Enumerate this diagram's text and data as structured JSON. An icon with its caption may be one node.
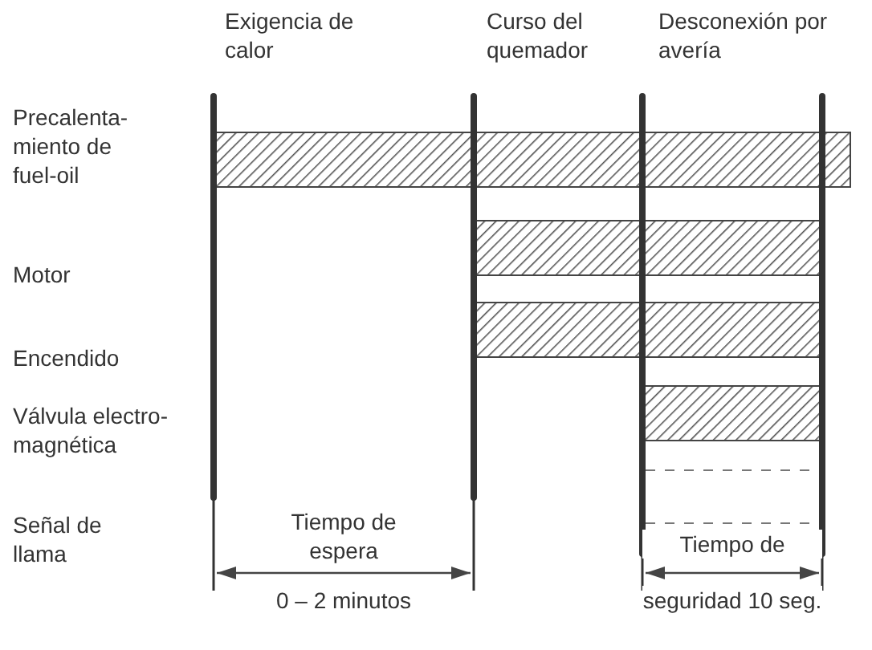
{
  "diagram": {
    "nodes": [
      {
        "text": [],
        "shape": "bar"
      },
      {
        "text": [],
        "shape": "bar"
      },
      {
        "text": [],
        "shape": "bar"
      },
      {
        "text": [],
        "shape": "bar"
      }
    ],
    "labels": [
      "Exigencia de calor",
      "Curso del quemador",
      "Desconexión por avería",
      "Precalenta-miento de fuel-oil",
      "Motor",
      "Encendido",
      "Válvula electro-magnética",
      "Señal de llama",
      "Tiempo de espera",
      "Tiempo de",
      "0 – 2 minutos",
      "seguridad 10 seg."
    ]
  }
}
